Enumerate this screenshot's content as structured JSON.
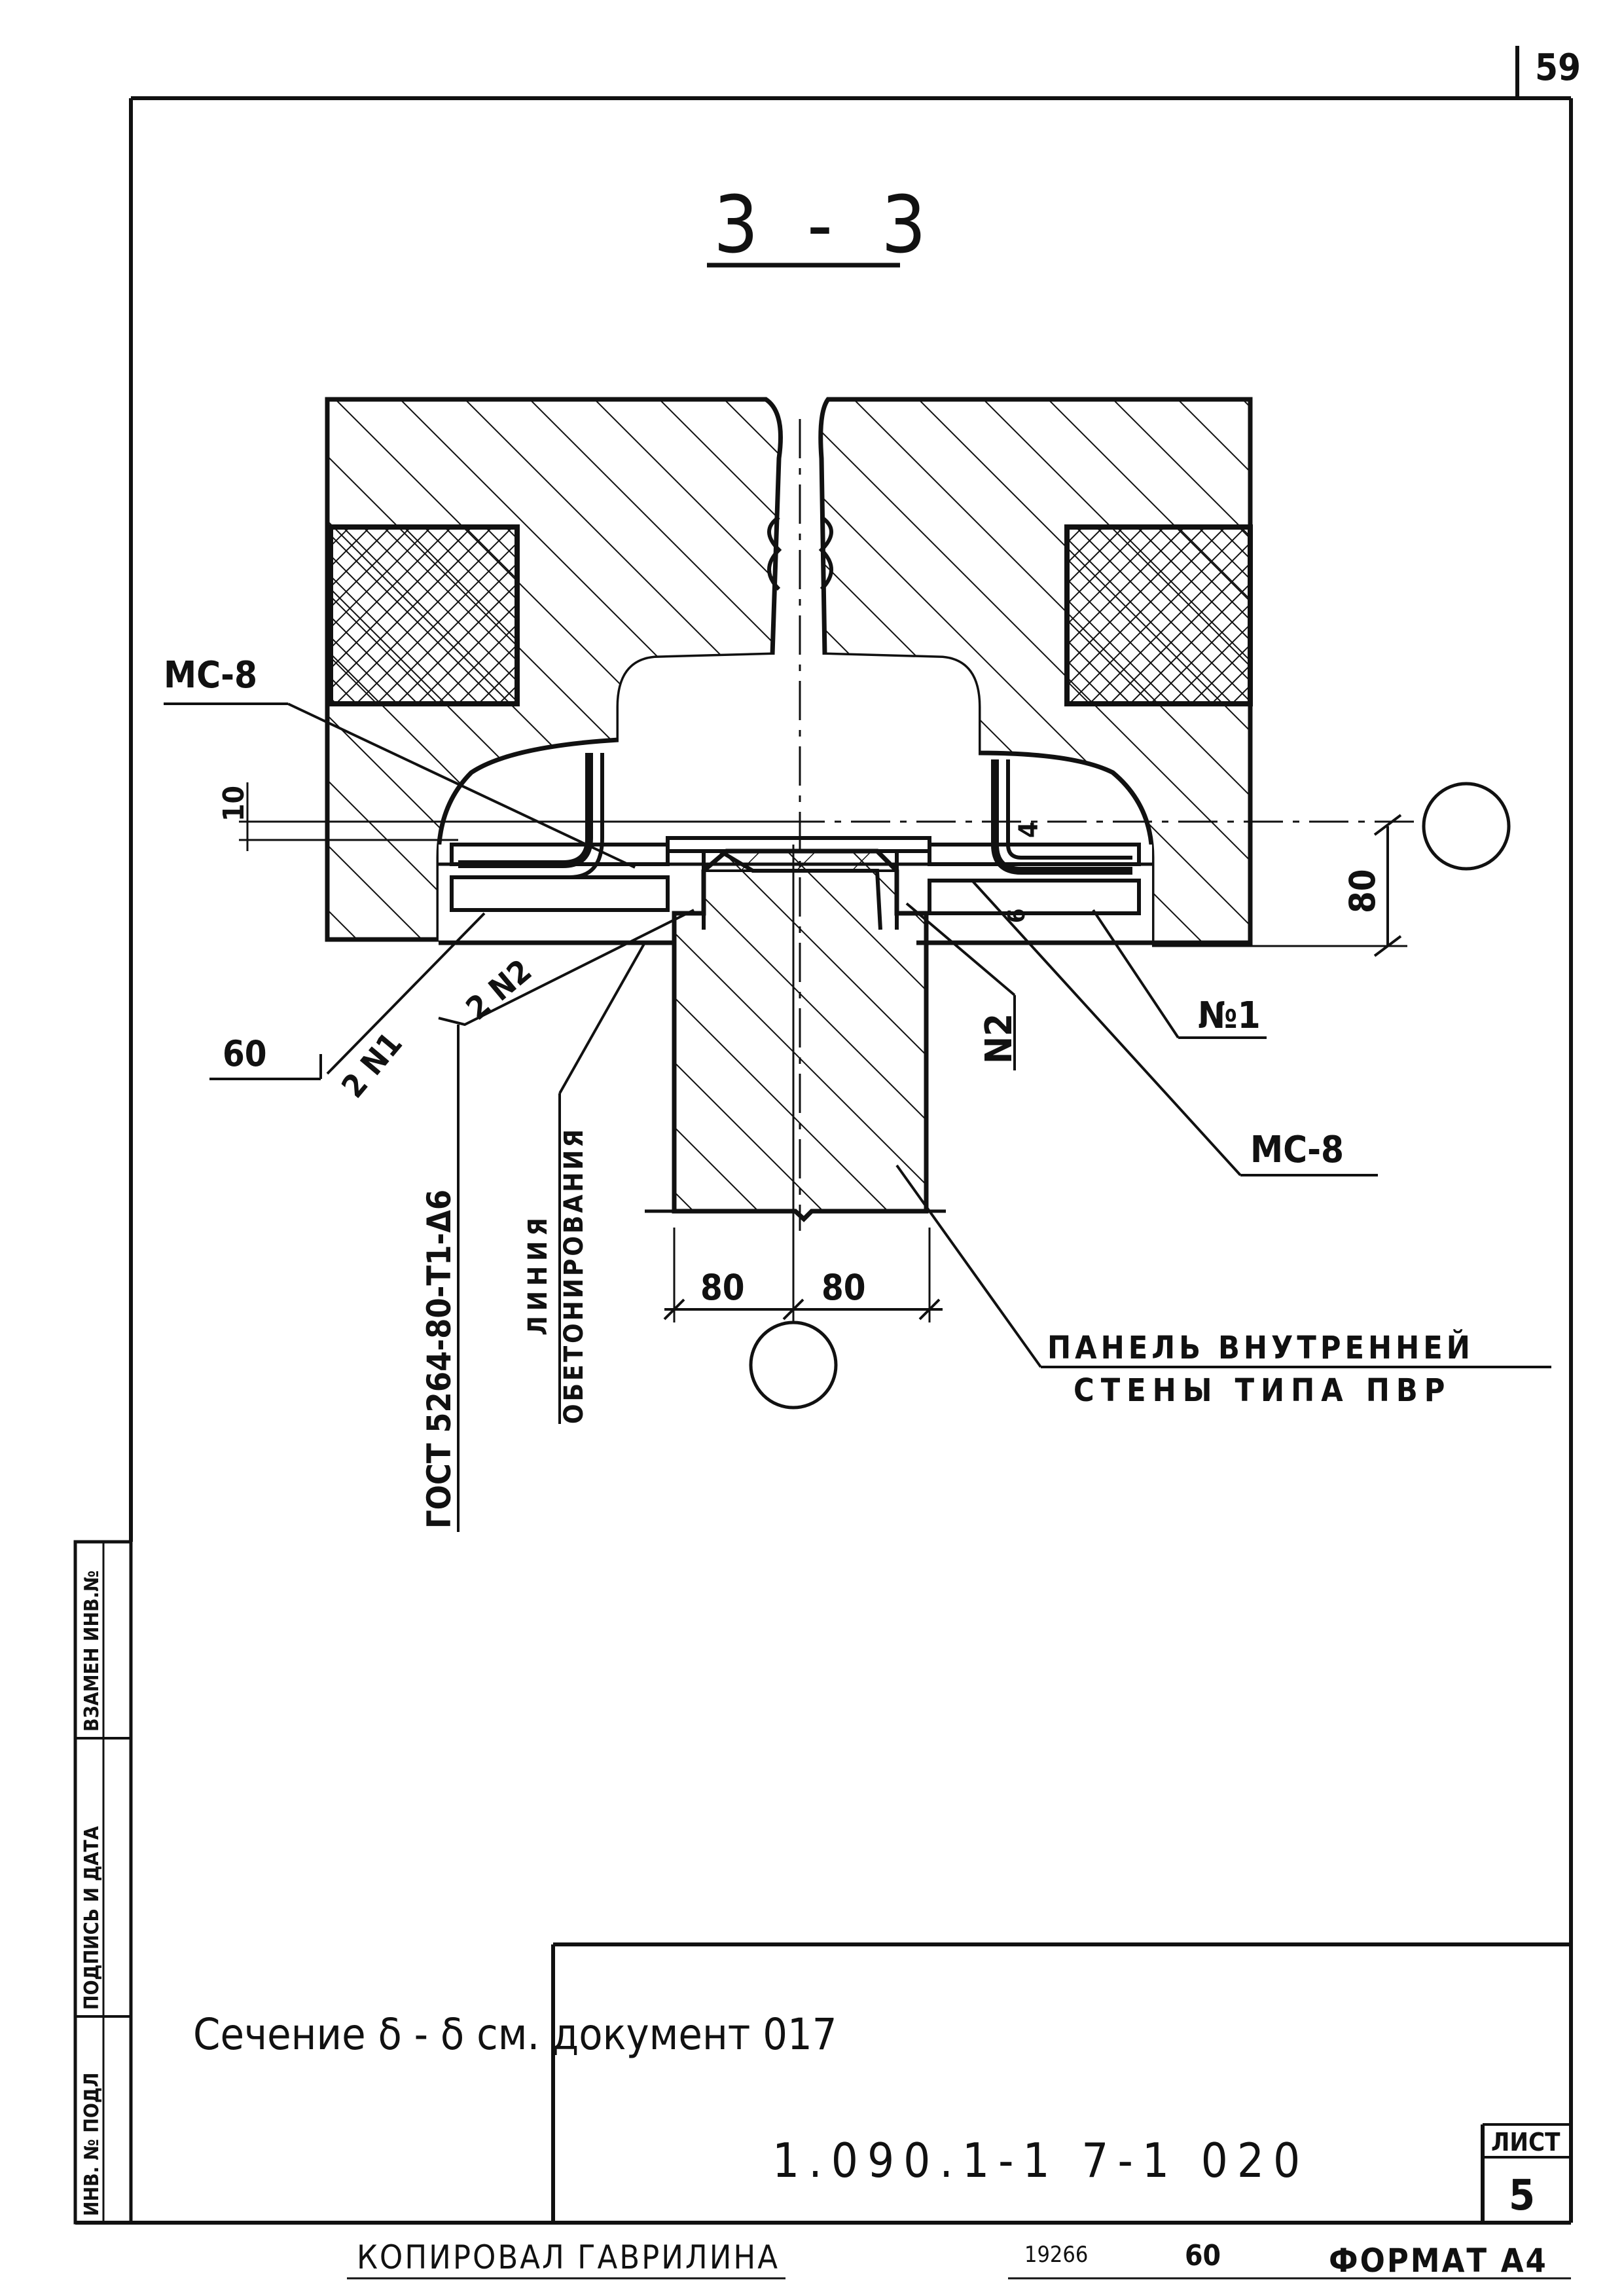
{
  "sheet": {
    "page_number": "59",
    "section_title": "3 - 3",
    "section_note": "Сечение  δ - δ  см. документ  017",
    "document_code": "1.090.1-1 7-1  020",
    "sheet_label": "ЛИСТ",
    "sheet_number": "5"
  },
  "footer": {
    "copied_by": "КОПИРОВАЛ ГАВРИЛИНА",
    "order_number": "19266",
    "copies": "60",
    "format": "ФОРМАТ А4"
  },
  "side_stamp": {
    "field_1": "ИНВ. № ПОДЛ",
    "field_2": "ПОДПИСЬ И ДАТА",
    "field_3": "ВЗАМЕН ИНВ.№"
  },
  "labels": {
    "mc8_top": "МС-8",
    "mc8_bottom": "МС-8",
    "n1": "№1",
    "n2": "N2",
    "weld_2n1": "2 N1",
    "weld_2n2": "2 N2",
    "gost": "ГОСТ 5264-80-Т1-Δ6",
    "concrete_line_1": "ЛИНИЯ",
    "concrete_line_2": "ОБЕТОНИРОВАНИЯ",
    "panel_1": "ПАНЕЛЬ  ВНУТРЕННЕЙ",
    "panel_2": "СТЕНЫ  ТИПА  ПВР"
  },
  "dimensions": {
    "gap_10": "10",
    "dim_80_vertical": "80",
    "dim_60": "60",
    "dim_80_left": "80",
    "dim_80_right": "80",
    "dim_small_left": "4",
    "dim_small_right": "6"
  }
}
